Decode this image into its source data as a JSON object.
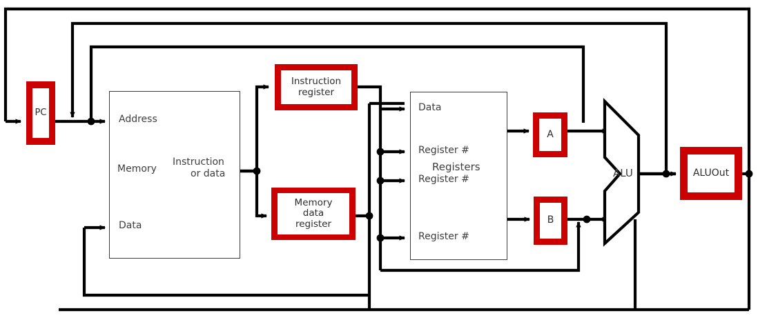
{
  "diagram": {
    "title": "Multicycle MIPS datapath with state registers highlighted",
    "accent_color": "#CC0000",
    "line_color": "#000000",
    "box_border_color": "#3a3a3a",
    "background": "#ffffff"
  },
  "blocks": {
    "pc": {
      "label": "PC",
      "kind": "state-register"
    },
    "memory": {
      "label": "Memory",
      "kind": "functional-unit"
    },
    "instruction_register": {
      "label": "Instruction\nregister",
      "line1": "Instruction",
      "line2": "register",
      "kind": "state-register"
    },
    "memory_data_register": {
      "label": "Memory\ndata\nregister",
      "line1": "Memory",
      "line2": "data",
      "line3": "register",
      "kind": "state-register"
    },
    "registers": {
      "label": "Registers",
      "kind": "functional-unit"
    },
    "a_register": {
      "label": "A",
      "kind": "state-register"
    },
    "b_register": {
      "label": "B",
      "kind": "state-register"
    },
    "alu": {
      "label": "ALU",
      "kind": "functional-unit"
    },
    "alu_out": {
      "label": "ALUOut",
      "kind": "state-register"
    }
  },
  "memory_ports": {
    "address": "Address",
    "data_in": "Data",
    "data_out_line1": "Instruction",
    "data_out_line2": "or data"
  },
  "register_file_ports": {
    "data": "Data",
    "read_reg_1": "Register #",
    "read_reg_2": "Register #",
    "write_reg": "Register #"
  }
}
